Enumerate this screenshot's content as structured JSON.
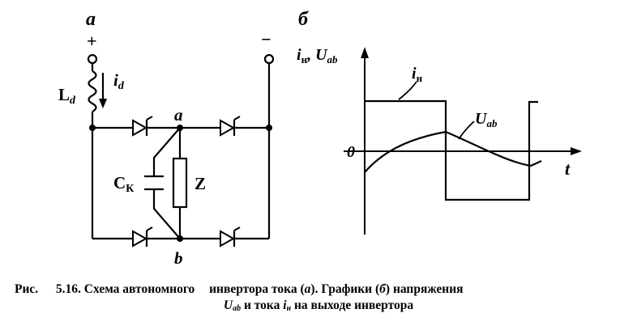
{
  "labels": {
    "panel_a": "а",
    "panel_b": "б",
    "plus": "+",
    "minus": "−",
    "inductor_L": "L",
    "inductor_sub": "d",
    "current_i": "i",
    "current_sub": "d",
    "node_a": "a",
    "node_b": "b",
    "capacitor_C": "C",
    "capacitor_sub": "К",
    "load": "Z",
    "axis_y_i": "i",
    "axis_y_i_sub": "н",
    "axis_y_sep": ", U",
    "axis_y_u_sub": "ab",
    "axis_x": "t",
    "zero": "0",
    "curve_i": "i",
    "curve_i_sub": "н",
    "curve_u": "U",
    "curve_u_sub": "ab"
  },
  "caption": {
    "prefix": "Рис.",
    "number": "5.16.",
    "line1_a": "Схема автономного",
    "line1_b": "инвертора тока (",
    "line1_a_italic": "а",
    "line1_c": "). Графики (",
    "line1_b_italic": "б",
    "line1_d": ") напряжения",
    "line2_u": "U",
    "line2_u_sub": "ab",
    "line2_mid": " и тока ",
    "line2_i": "i",
    "line2_i_sub": "н",
    "line2_end": " на выходе инвертора"
  },
  "chart_data": {
    "type": "line",
    "title": "",
    "xlabel": "t",
    "ylabel": "iн, Uab",
    "series": [
      {
        "name": "iн",
        "shape": "square-wave",
        "levels": [
          1,
          -1
        ]
      },
      {
        "name": "Uab",
        "shape": "exponential-segments"
      }
    ]
  }
}
